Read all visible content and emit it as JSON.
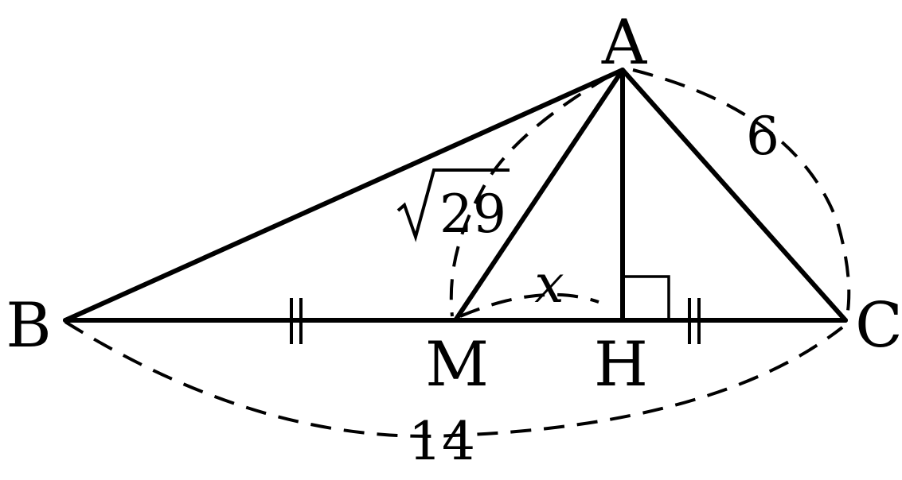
{
  "points": {
    "A": "A",
    "B": "B",
    "C": "C",
    "M": "M",
    "H": "H"
  },
  "measures": {
    "BC": "14",
    "AC": "6",
    "AM_radicand": "29",
    "MH": "x"
  }
}
